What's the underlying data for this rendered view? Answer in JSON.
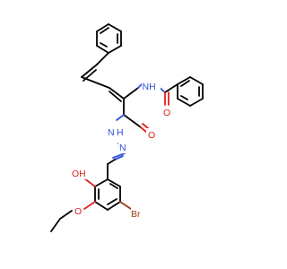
{
  "diagram": {
    "labels": {
      "amide_nh": "NH",
      "amide_o": "O",
      "hydrazide_nh": "N",
      "hydrazide_h": "H",
      "hydrazide_o": "O",
      "imine_n": "N",
      "phenol_oh": "OH",
      "ether_o": "O",
      "bromine": "Br"
    },
    "colors": {
      "bond": "#000000",
      "nitrogen": "#2f4fd8",
      "oxygen": "#e02020",
      "bromine": "#9a3a12",
      "background": "#ffffff"
    }
  }
}
